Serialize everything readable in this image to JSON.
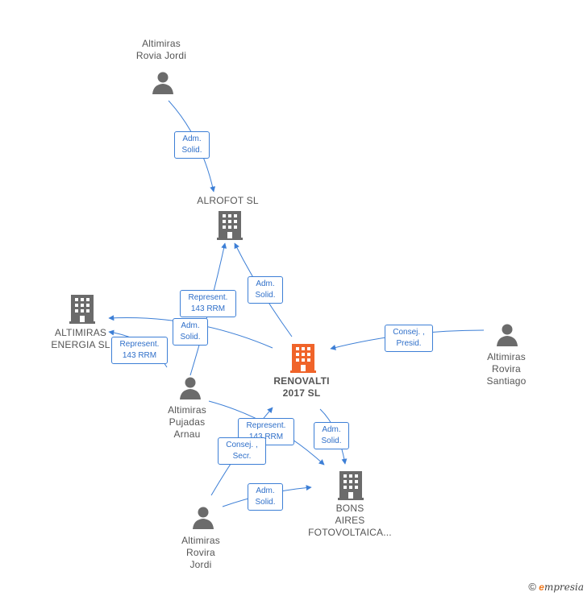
{
  "nodes": {
    "altimiras_rovia_jordi": {
      "label": "Altimiras\nRovia Jordi",
      "type": "person"
    },
    "alrofot": {
      "label": "ALROFOT  SL",
      "type": "company"
    },
    "altimiras_energia": {
      "label": "ALTIMIRAS\nENERGIA  SL",
      "type": "company"
    },
    "renovalti": {
      "label": "RENOVALTI\n2017  SL",
      "type": "company-main"
    },
    "altimiras_rovira_santiago": {
      "label": "Altimiras\nRovira\nSantiago",
      "type": "person"
    },
    "altimiras_pujadas_arnau": {
      "label": "Altimiras\nPujadas\nArnau",
      "type": "person"
    },
    "bons_aires": {
      "label": "BONS\nAIRES\nFOTOVOLTAICA...",
      "type": "company"
    },
    "altimiras_rovira_jordi": {
      "label": "Altimiras\nRovira\nJordi",
      "type": "person"
    }
  },
  "edges": {
    "e1": {
      "label": "Adm.\nSolid."
    },
    "e2": {
      "label": "Adm.\nSolid."
    },
    "e3": {
      "label": "Represent.\n143 RRM"
    },
    "e4": {
      "label": "Adm.\nSolid."
    },
    "e5": {
      "label": "Represent.\n143 RRM"
    },
    "e6": {
      "label": "Consej. ,\nPresid."
    },
    "e7": {
      "label": "Adm.\nSolid."
    },
    "e8": {
      "label": "Represent.\n143 RRM"
    },
    "e9": {
      "label": "Consej. ,\nSecr."
    },
    "e10": {
      "label": "Adm.\nSolid."
    }
  },
  "colors": {
    "edge": "#3d7fd6",
    "node_icon": "#6b6b6b",
    "main_icon": "#f0642a"
  },
  "brand": {
    "copyright": "©",
    "e": "e",
    "name": "mpresia"
  }
}
